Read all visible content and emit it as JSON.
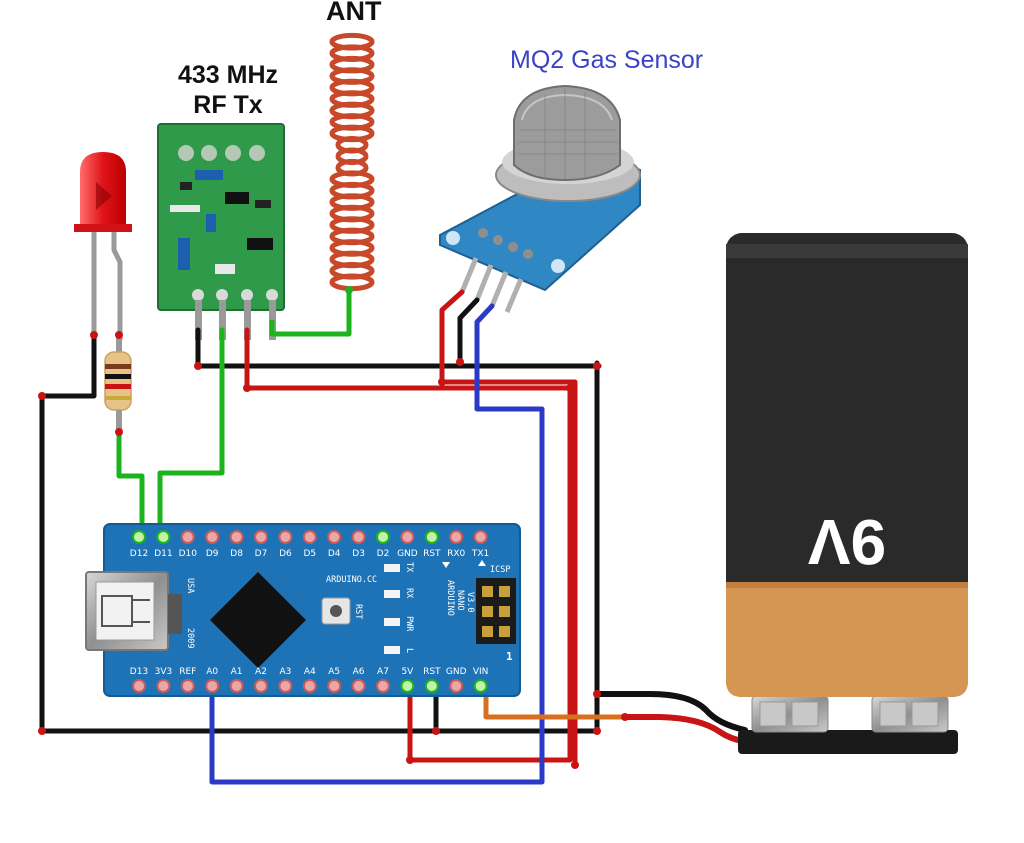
{
  "labels": {
    "antenna": "ANT",
    "rf_tx_line1": "433 MHz",
    "rf_tx_line2": "RF Tx",
    "gas_sensor": "MQ2 Gas Sensor",
    "battery": "9V"
  },
  "arduino": {
    "top_pins": [
      "D12",
      "D11",
      "D10",
      "D9",
      "D8",
      "D7",
      "D6",
      "D5",
      "D4",
      "D3",
      "D2",
      "GND",
      "RST",
      "RX0",
      "TX1"
    ],
    "bottom_pins": [
      "D13",
      "3V3",
      "REF",
      "A0",
      "A1",
      "A2",
      "A3",
      "A4",
      "A5",
      "A6",
      "A7",
      "5V",
      "RST",
      "GND",
      "VIN"
    ],
    "board_text": [
      "ARDUINO.CC",
      "ARDUINO",
      "NANO",
      "V3.0"
    ],
    "led_labels": [
      "TX",
      "RX",
      "PWR",
      "L"
    ],
    "usa_text": "USA",
    "year_text": "2009",
    "rst_button_text": "RST",
    "icsp_text": "ICSP",
    "pin1_mark": "1"
  },
  "colors": {
    "wire_red": "#c81414",
    "wire_black": "#111111",
    "wire_green": "#1db31d",
    "wire_blue": "#2b39c7",
    "wire_orange": "#d86f1e",
    "nano_board": "#1e73b7",
    "rf_board": "#2e9a4a",
    "mq2_board": "#2f87c4",
    "battery_body": "#2a2a2a",
    "battery_band": "#d59553"
  }
}
